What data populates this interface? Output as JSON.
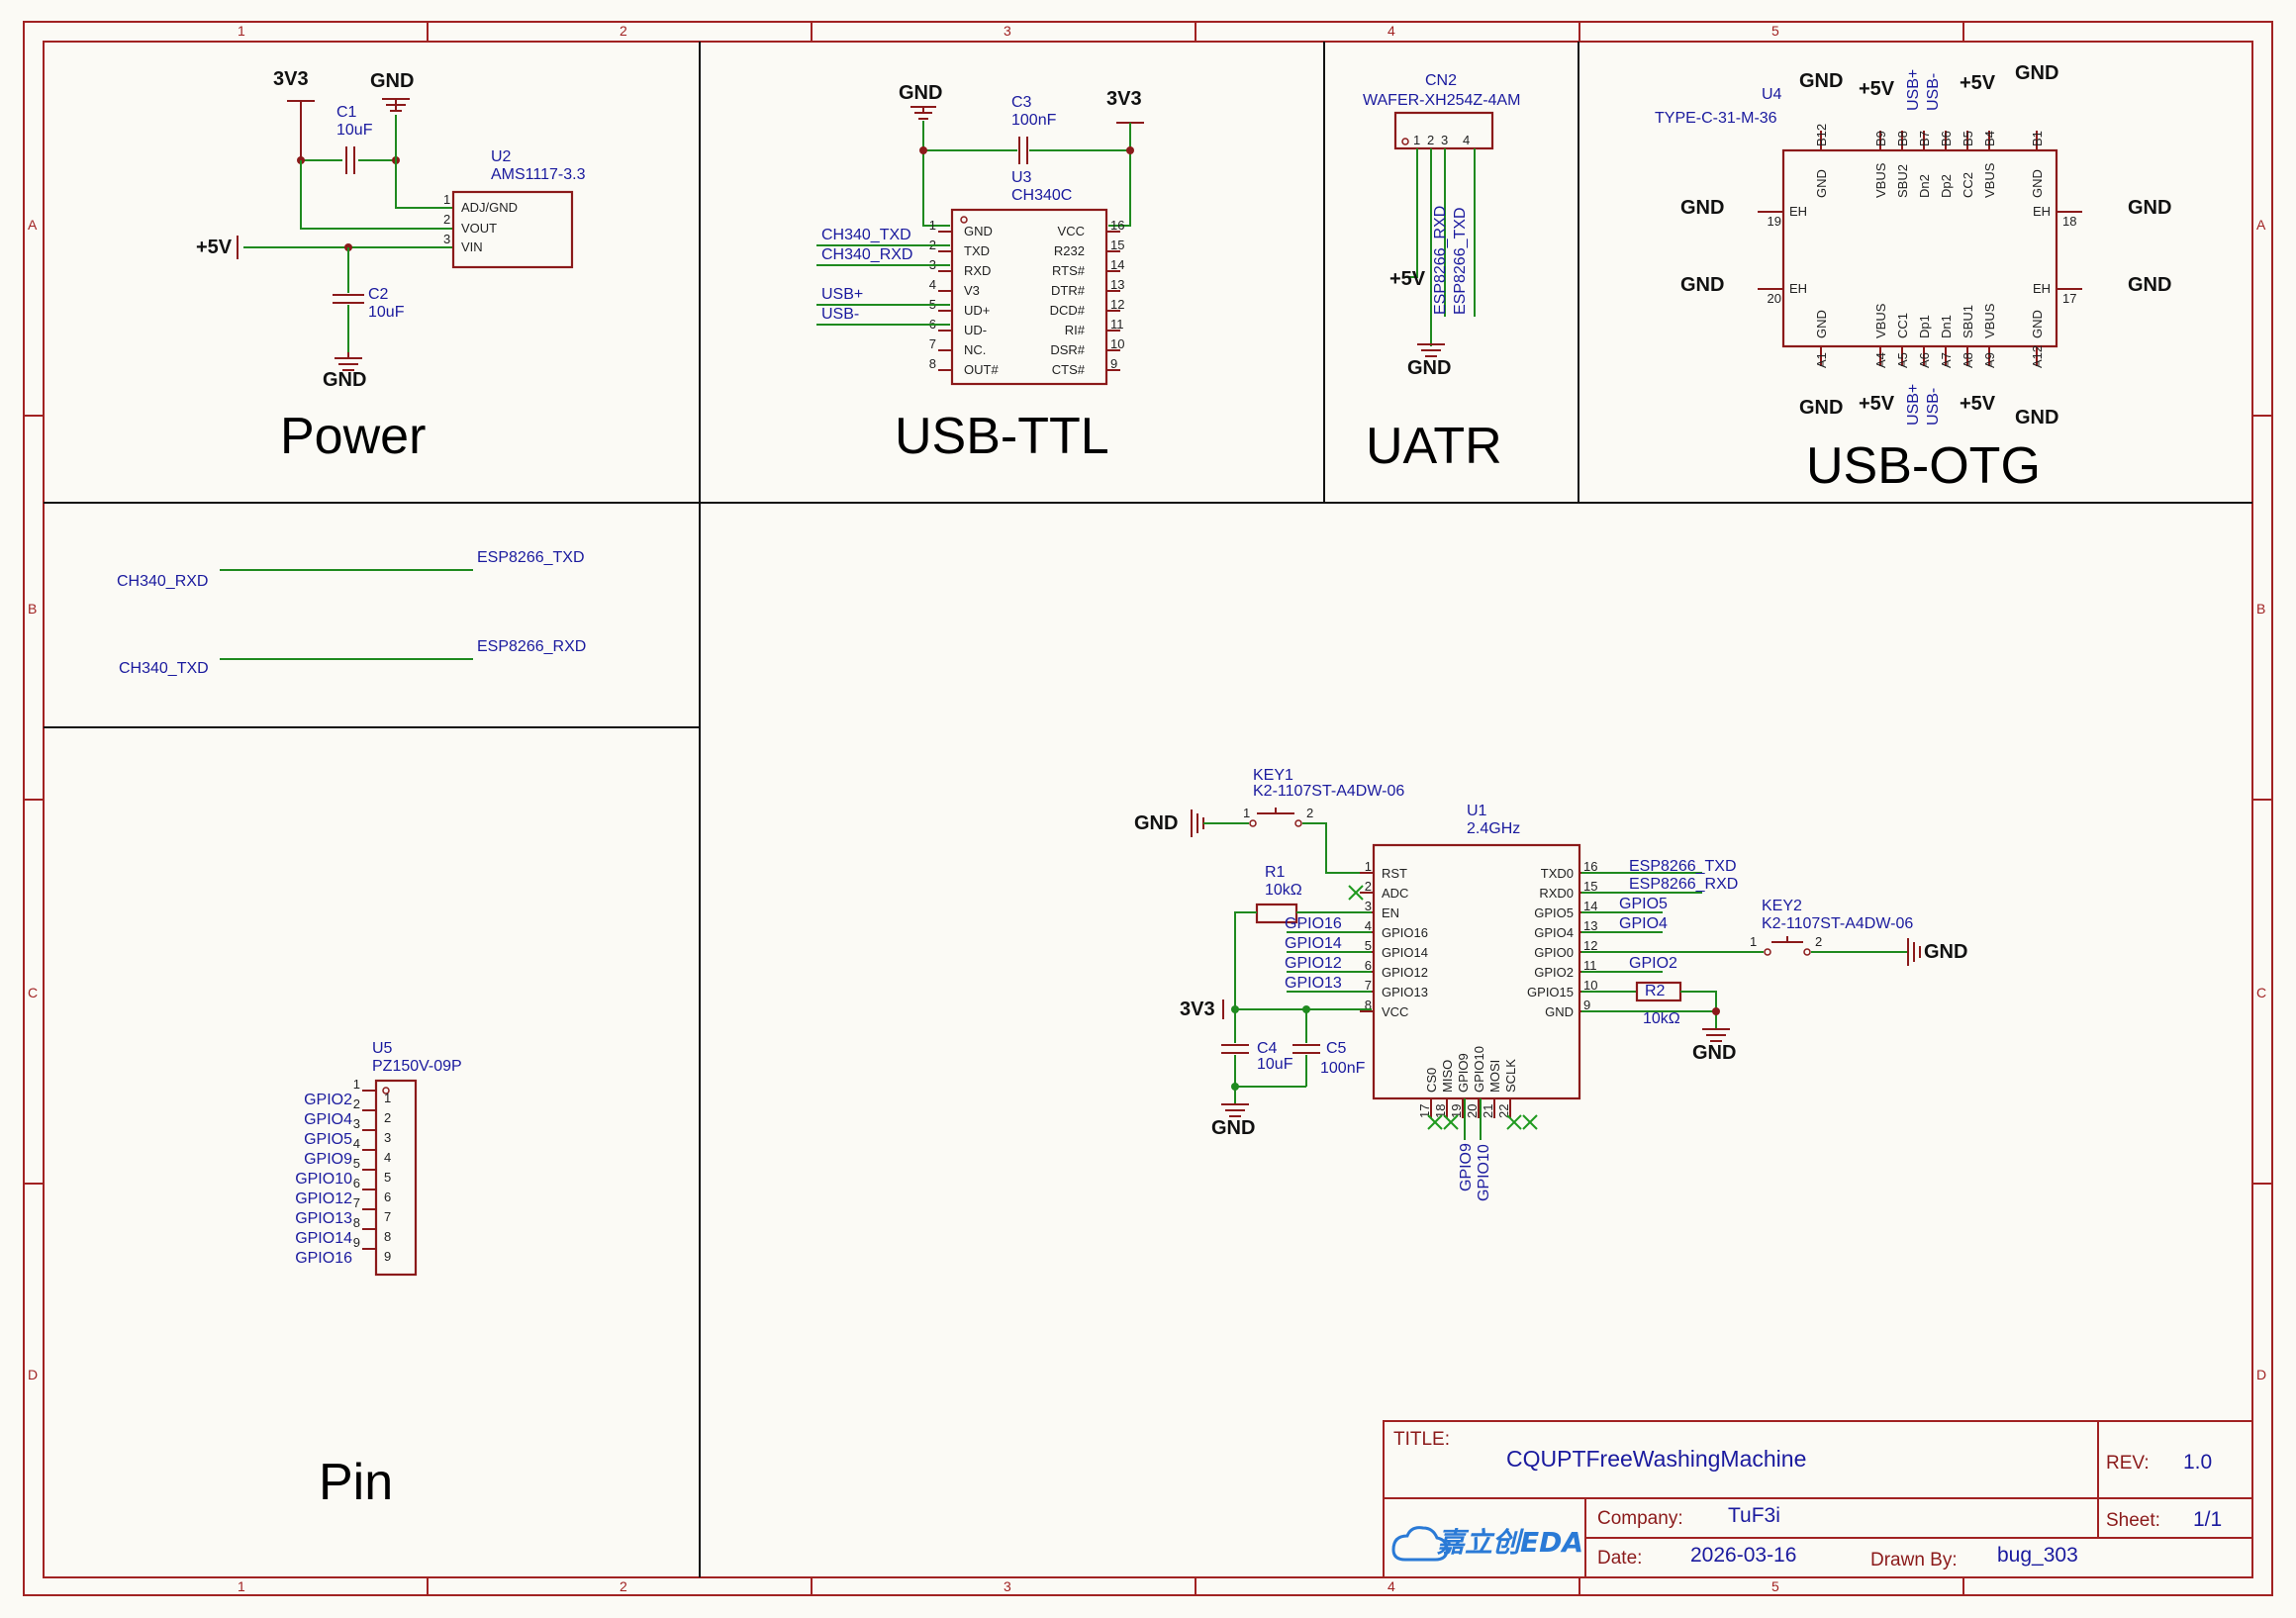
{
  "sections": {
    "power": "Power",
    "usb_ttl": "USB-TTL",
    "uatr": "UATR",
    "usb_otg": "USB-OTG",
    "pin": "Pin"
  },
  "ruler": {
    "columns": [
      "1",
      "2",
      "3",
      "4",
      "5"
    ],
    "rows": [
      "A",
      "B",
      "C",
      "D"
    ]
  },
  "power_symbols": {
    "gnd": "GND",
    "v33": "3V3",
    "v5": "+5V"
  },
  "components": {
    "c1": {
      "ref": "C1",
      "value": "10uF"
    },
    "c2": {
      "ref": "C2",
      "value": "10uF"
    },
    "c3": {
      "ref": "C3",
      "value": "100nF"
    },
    "c4": {
      "ref": "C4",
      "value": "10uF"
    },
    "c5": {
      "ref": "C5",
      "value": "100nF"
    },
    "u2": {
      "ref": "U2",
      "value": "AMS1117-3.3",
      "pins": [
        "ADJ/GND",
        "VOUT",
        "VIN"
      ],
      "nums": [
        "1",
        "2",
        "3"
      ]
    },
    "u3": {
      "ref": "U3",
      "value": "CH340C",
      "left_pins": [
        "GND",
        "TXD",
        "RXD",
        "V3",
        "UD+",
        "UD-",
        "NC.",
        "OUT#"
      ],
      "left_nums": [
        "1",
        "2",
        "3",
        "4",
        "5",
        "6",
        "7",
        "8"
      ],
      "right_pins": [
        "VCC",
        "R232",
        "RTS#",
        "DTR#",
        "DCD#",
        "RI#",
        "DSR#",
        "CTS#"
      ],
      "right_nums": [
        "16",
        "15",
        "14",
        "13",
        "12",
        "11",
        "10",
        "9"
      ]
    },
    "cn2": {
      "ref": "CN2",
      "value": "WAFER-XH254Z-4AM",
      "nums": [
        "1",
        "2",
        "3",
        "4"
      ]
    },
    "u4": {
      "ref": "U4",
      "value": "TYPE-C-31-M-36",
      "top_pins": [
        "GND",
        "VBUS",
        "SBU2",
        "Dn2",
        "Dp2",
        "CC2",
        "VBUS",
        "GND"
      ],
      "top_nums": [
        "B12",
        "B9",
        "B8",
        "B7",
        "B6",
        "B5",
        "B4",
        "B1"
      ],
      "bottom_pins": [
        "GND",
        "VBUS",
        "CC1",
        "Dp1",
        "Dn1",
        "SBU1",
        "VBUS",
        "GND"
      ],
      "bottom_nums": [
        "A1",
        "A4",
        "A5",
        "A6",
        "A7",
        "A8",
        "A9",
        "A12"
      ],
      "eh": "EH",
      "eh_nums": [
        "19",
        "20",
        "18",
        "17"
      ]
    },
    "key1": {
      "ref": "KEY1",
      "value": "K2-1107ST-A4DW-06"
    },
    "key2": {
      "ref": "KEY2",
      "value": "K2-1107ST-A4DW-06"
    },
    "r1": {
      "ref": "R1",
      "value": "10kΩ"
    },
    "r2": {
      "ref": "R2",
      "value": "10kΩ"
    },
    "u1": {
      "ref": "U1",
      "value": "2.4GHz",
      "left_pins": [
        "RST",
        "ADC",
        "EN",
        "GPIO16",
        "GPIO14",
        "GPIO12",
        "GPIO13",
        "VCC"
      ],
      "left_nums": [
        "1",
        "2",
        "3",
        "4",
        "5",
        "6",
        "7",
        "8"
      ],
      "right_pins": [
        "TXD0",
        "RXD0",
        "GPIO5",
        "GPIO4",
        "GPIO0",
        "GPIO2",
        "GPIO15",
        "GND"
      ],
      "right_nums": [
        "16",
        "15",
        "14",
        "13",
        "12",
        "11",
        "10",
        "9"
      ],
      "bottom_pins": [
        "CS0",
        "MISO",
        "GPIO9",
        "GPIO10",
        "MOSI",
        "SCLK"
      ],
      "bottom_nums": [
        "17",
        "18",
        "19",
        "20",
        "21",
        "22"
      ]
    },
    "u5": {
      "ref": "U5",
      "value": "PZ150V-09P",
      "nums": [
        "1",
        "2",
        "3",
        "4",
        "5",
        "6",
        "7",
        "8",
        "9"
      ]
    }
  },
  "nets": {
    "ch340_txd": "CH340_TXD",
    "ch340_rxd": "CH340_RXD",
    "usb_p": "USB+",
    "usb_n": "USB-",
    "esp_txd": "ESP8266_TXD",
    "esp_rxd": "ESP8266_RXD",
    "gpio16": "GPIO16",
    "gpio14": "GPIO14",
    "gpio12": "GPIO12",
    "gpio13": "GPIO13",
    "gpio5": "GPIO5",
    "gpio4": "GPIO4",
    "gpio2": "GPIO2",
    "gpio9": "GPIO9",
    "gpio10": "GPIO10",
    "u5_list": [
      "GPIO2",
      "GPIO4",
      "GPIO5",
      "GPIO9",
      "GPIO10",
      "GPIO12",
      "GPIO13",
      "GPIO14",
      "GPIO16"
    ]
  },
  "title_block": {
    "title_label": "TITLE:",
    "title": "CQUPTFreeWashingMachine",
    "rev_label": "REV:",
    "rev": "1.0",
    "company_label": "Company:",
    "company": "TuF3i",
    "sheet_label": "Sheet:",
    "sheet": "1/1",
    "date_label": "Date:",
    "date": "2026-03-16",
    "drawn_label": "Drawn By:",
    "drawn": "bug_303",
    "logo": "嘉立创EDA"
  }
}
